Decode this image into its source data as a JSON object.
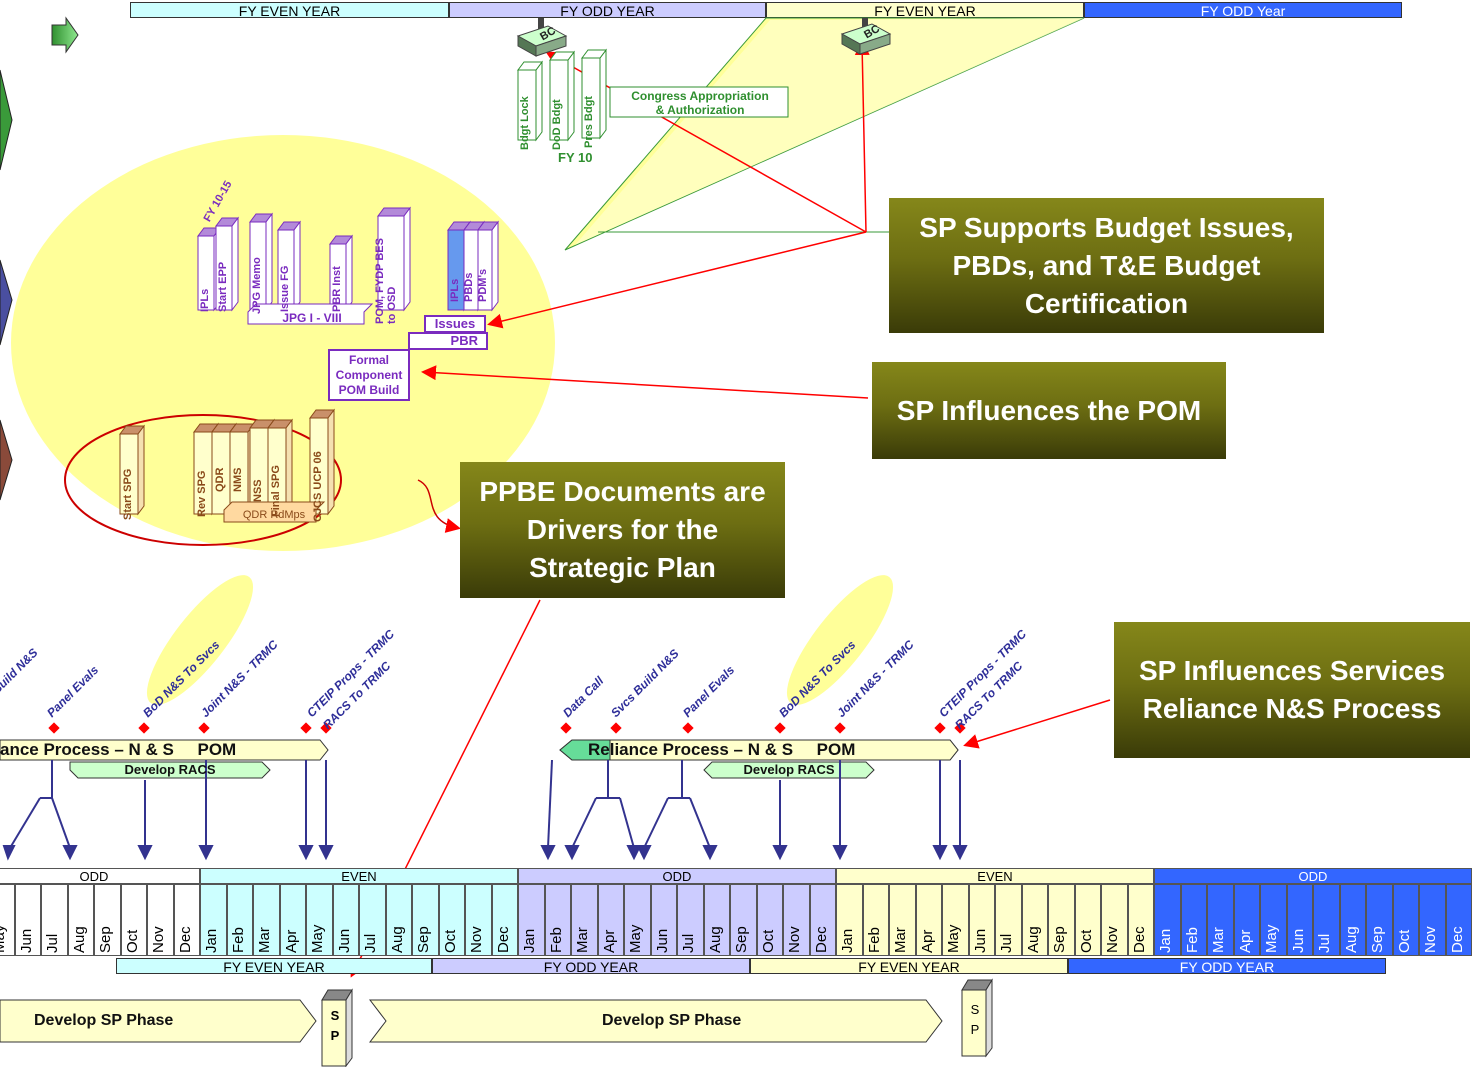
{
  "top_fy_bars": [
    {
      "label": "FY EVEN YEAR",
      "color": "#ccffff"
    },
    {
      "label": "FY ODD YEAR",
      "color": "#ccccff"
    },
    {
      "label": "FY EVEN YEAR",
      "color": "#ffffcc"
    },
    {
      "label": "FY ODD Year",
      "color": "#3366ff"
    }
  ],
  "budget_books": {
    "bc_left": "BC",
    "bc_right": "BC",
    "books": [
      "Bdgt Lock",
      "DoD Bdgt",
      "Pres Bdgt"
    ],
    "congress_line1": "Congress Appropriation",
    "congress_line2": "& Authorization",
    "fy_label": "FY 10"
  },
  "pom_area": {
    "fy_label": "FY 10-15",
    "books_left": [
      "IPLs",
      "Start EPP",
      "JPG Memo",
      "Issue FG",
      "PBR Inst",
      "POM, FYDP BES to OSD"
    ],
    "books_right": [
      "IPLs",
      "PBDs",
      "PDM's"
    ],
    "jpg_label": "JPG I - VIII",
    "issues_label": "Issues",
    "pbr_label": "PBR",
    "formal_line1": "Formal",
    "formal_line2": "Component",
    "formal_line3": "POM Build"
  },
  "strategy_area": {
    "books": [
      "Start SPG",
      "Rev SPG",
      "QDR",
      "NMS",
      "NSS",
      "Final SPG",
      "CJCS UCP 06"
    ],
    "qdr_label": "QDR RdMps"
  },
  "callouts": {
    "budget": "SP Supports Budget Issues, PBDs, and T&E Budget Certification",
    "pom": "SP Influences the POM",
    "ppbe": "PPBE Documents are Drivers for the Strategic Plan",
    "reliance": "SP Influences Services Reliance N&S Process"
  },
  "reliance_left": {
    "milestones": [
      "s Build N&S",
      "Panel Evals",
      "BoD N&S To Svcs",
      "Joint N&S - TRMC",
      "CTEIP Props - TRMC",
      "RACS To TRMC"
    ],
    "process_label": "ance Process – N & S     POM",
    "racs_label": "Develop RACS"
  },
  "reliance_right": {
    "milestones": [
      "Data Call",
      "Svcs Build N&S",
      "Panel Evals",
      "BoD N&S To Svcs",
      "Joint N&S - TRMC",
      "CTEIP Props - TRMC",
      "RACS To TRMC"
    ],
    "process_label": "Reliance Process – N & S     POM",
    "racs_label": "Develop RACS"
  },
  "timeline": {
    "year_groups": [
      {
        "label": "ODD",
        "color": "#ffffff"
      },
      {
        "label": "EVEN",
        "color": "#ccffff"
      },
      {
        "label": "ODD",
        "color": "#ccccff"
      },
      {
        "label": "EVEN",
        "color": "#ffffcc"
      },
      {
        "label": "ODD",
        "color": "#3366ff"
      }
    ],
    "months_first": [
      "May",
      "Jun",
      "Jul",
      "Aug",
      "Sep",
      "Oct",
      "Nov",
      "Dec"
    ],
    "months_full": [
      "Jan",
      "Feb",
      "Mar",
      "Apr",
      "May",
      "Jun",
      "Jul",
      "Aug",
      "Sep",
      "Oct",
      "Nov",
      "Dec"
    ],
    "fy_bars": [
      {
        "label": "FY EVEN YEAR",
        "color": "#ccffff"
      },
      {
        "label": "FY ODD YEAR",
        "color": "#ccccff"
      },
      {
        "label": "FY EVEN YEAR",
        "color": "#ffffcc"
      },
      {
        "label": "FY ODD YEAR",
        "color": "#3366ff"
      }
    ]
  },
  "sp_phase": {
    "left_label": "Develop SP Phase",
    "right_label": "Develop SP Phase",
    "book_label_1": "S P",
    "book_label_2": "S P"
  }
}
